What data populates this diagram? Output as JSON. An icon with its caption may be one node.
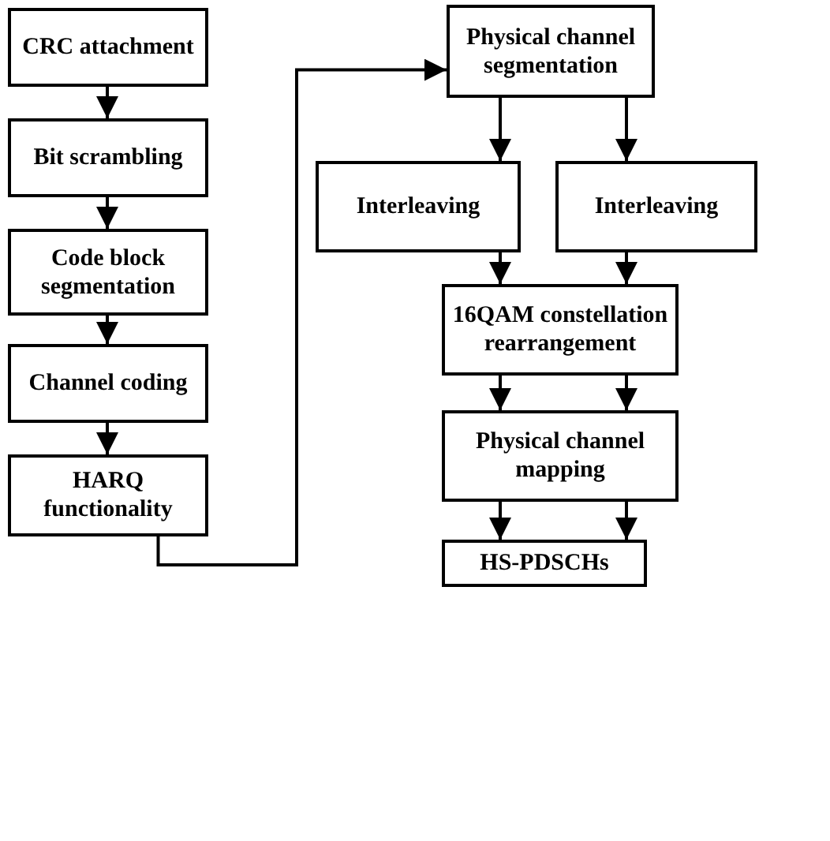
{
  "diagram": {
    "nodes": [
      {
        "text": [
          "CRC attachment"
        ]
      },
      {
        "text": [
          "Bit scrambling"
        ]
      },
      {
        "text": [
          "Code block segmentation"
        ]
      },
      {
        "text": [
          "Channel coding"
        ]
      },
      {
        "text": [
          "HARQ functionality"
        ]
      },
      {
        "text": [
          "Physical channel segmentation"
        ]
      },
      {
        "text": [
          "Interleaving"
        ]
      },
      {
        "text": [
          "Interleaving"
        ]
      },
      {
        "text": [
          "16QAM constellation rearrangement"
        ]
      },
      {
        "text": [
          "Physical channel mapping"
        ]
      },
      {
        "text": [
          "HS-PDSCHs"
        ]
      }
    ],
    "edges": [
      {
        "from": 0,
        "to": 1,
        "arrow": "to"
      },
      {
        "from": 1,
        "to": 2,
        "arrow": "to"
      },
      {
        "from": 2,
        "to": 3,
        "arrow": "to"
      },
      {
        "from": 3,
        "to": 4,
        "arrow": "to"
      },
      {
        "from": 4,
        "to": 5,
        "arrow": "to"
      },
      {
        "from": 5,
        "to": 6,
        "arrow": "to"
      },
      {
        "from": 5,
        "to": 7,
        "arrow": "to"
      },
      {
        "from": 6,
        "to": 8,
        "arrow": "to"
      },
      {
        "from": 7,
        "to": 8,
        "arrow": "to"
      },
      {
        "from": 8,
        "to": 9,
        "arrow": "to"
      },
      {
        "from": 8,
        "to": 9,
        "arrow": "to"
      },
      {
        "from": 9,
        "to": 10,
        "arrow": "to"
      },
      {
        "from": 9,
        "to": 10,
        "arrow": "to"
      }
    ]
  }
}
